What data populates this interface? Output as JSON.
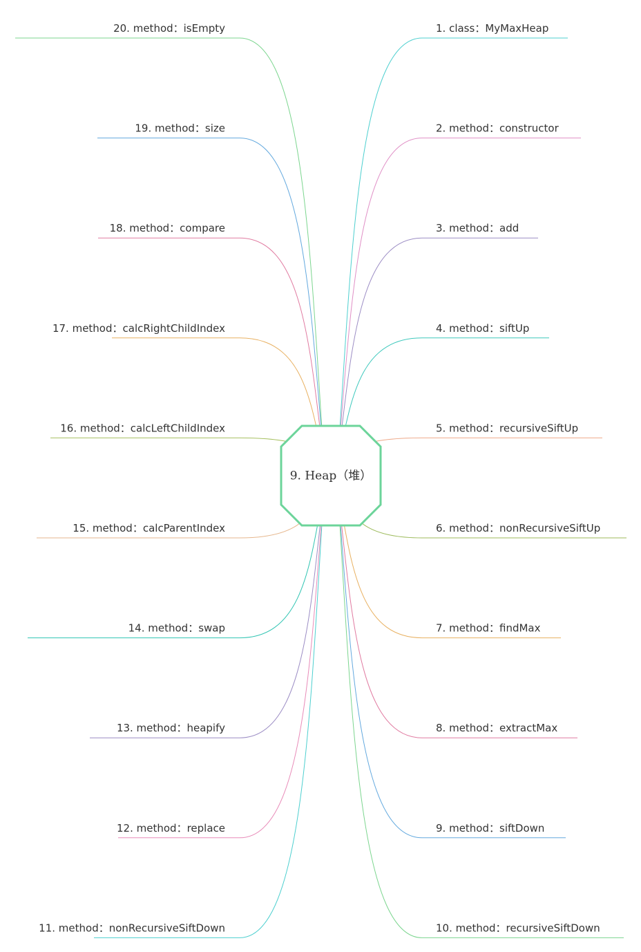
{
  "center": {
    "label": "9. Heap（堆）",
    "color": "#6cd49a"
  },
  "right_branches": [
    {
      "label": "1. class：MyMaxHeap",
      "color": "#4ccfcf"
    },
    {
      "label": "2. method：constructor",
      "color": "#e08fc6"
    },
    {
      "label": "3. method：add",
      "color": "#9b8cc4"
    },
    {
      "label": "4. method：siftUp",
      "color": "#3cc8bc"
    },
    {
      "label": "5. method：recursiveSiftUp",
      "color": "#eea98a"
    },
    {
      "label": "6. method：nonRecursiveSiftUp",
      "color": "#9cba5a"
    },
    {
      "label": "7. method：findMax",
      "color": "#e8b060"
    },
    {
      "label": "8. method：extractMax",
      "color": "#e07aa0"
    },
    {
      "label": "9. method：siftDown",
      "color": "#62a8de"
    },
    {
      "label": "10. method：recursiveSiftDown",
      "color": "#7bd58e"
    }
  ],
  "left_branches": [
    {
      "label": "11. method：nonRecursiveSiftDown",
      "color": "#4ccfcf"
    },
    {
      "label": "12. method：replace",
      "color": "#e88ab8"
    },
    {
      "label": "13. method：heapify",
      "color": "#9b8cc4"
    },
    {
      "label": "14. method：swap",
      "color": "#2fc4b2"
    },
    {
      "label": "15. method：calcParentIndex",
      "color": "#e6b68c"
    },
    {
      "label": "16. method：calcLeftChildIndex",
      "color": "#a6c060"
    },
    {
      "label": "17. method：calcRightChildIndex",
      "color": "#e8b060"
    },
    {
      "label": "18. method：compare",
      "color": "#e07aa0"
    },
    {
      "label": "19. method：size",
      "color": "#62a8de"
    },
    {
      "label": "20. method：isEmpty",
      "color": "#7bd58e"
    }
  ]
}
